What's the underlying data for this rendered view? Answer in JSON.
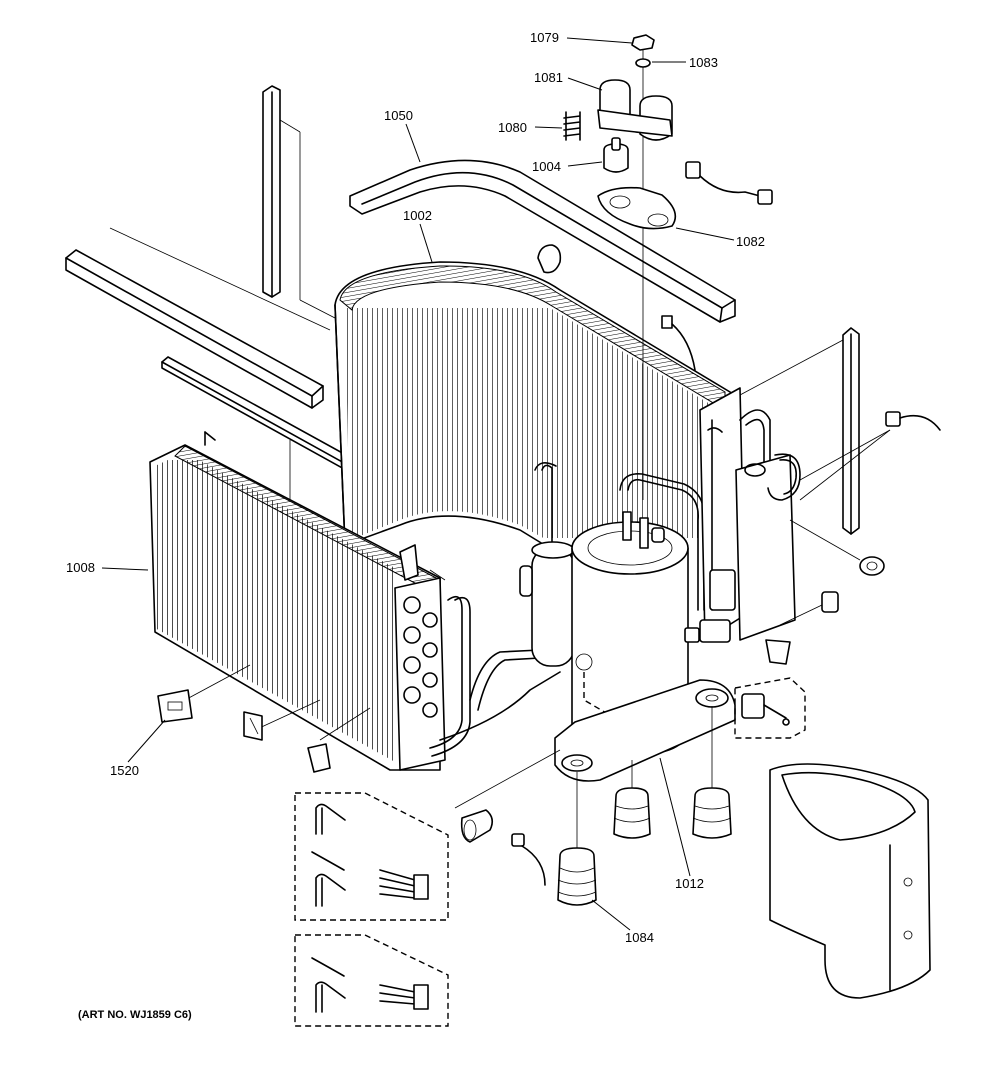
{
  "diagram": {
    "labels": {
      "p1079": "1079",
      "p1083": "1083",
      "p1081": "1081",
      "p1080": "1080",
      "p1004": "1004",
      "p1082": "1082",
      "p1050": "1050",
      "p1002": "1002",
      "p1008": "1008",
      "p1520": "1520",
      "p1012": "1012",
      "p1084": "1084"
    },
    "art_number": "(ART NO. WJ1859 C6)"
  }
}
